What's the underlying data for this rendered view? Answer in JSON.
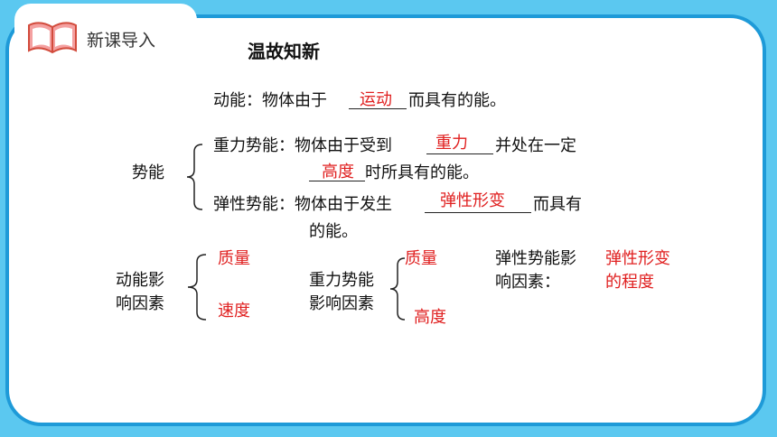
{
  "header": {
    "section_title": "新课导入",
    "slide_title": "温故知新"
  },
  "kinetic": {
    "prefix": "动能：物体由于",
    "answer": "运动",
    "suffix": "而具有的能。"
  },
  "potential": {
    "label": "势能",
    "gravity": {
      "prefix": "重力势能：物体由于受到",
      "answer1": "重力",
      "mid": "并处在一定",
      "answer2": "高度",
      "suffix": "时所具有的能。"
    },
    "elastic": {
      "prefix": "弹性势能：物体由于发生",
      "answer": "弹性形变",
      "suffix": "而具有",
      "suffix2": "的能。"
    }
  },
  "factors": {
    "kinetic": {
      "label_line1": "动能影",
      "label_line2": "响因素",
      "factor1": "质量",
      "factor2": "速度"
    },
    "gravity": {
      "label_line1": "重力势能",
      "label_line2": "影响因素",
      "factor1": "质量",
      "factor2": "高度"
    },
    "elastic": {
      "label_line1": "弹性势能影",
      "label_line2": "响因素：",
      "answer_line1": "弹性形变",
      "answer_line2": "的程度"
    }
  },
  "colors": {
    "background": "#5bc8f0",
    "card_border": "#1e9ad8",
    "answer": "#e02020"
  },
  "icons": {
    "header_icon": "open-book-icon"
  }
}
